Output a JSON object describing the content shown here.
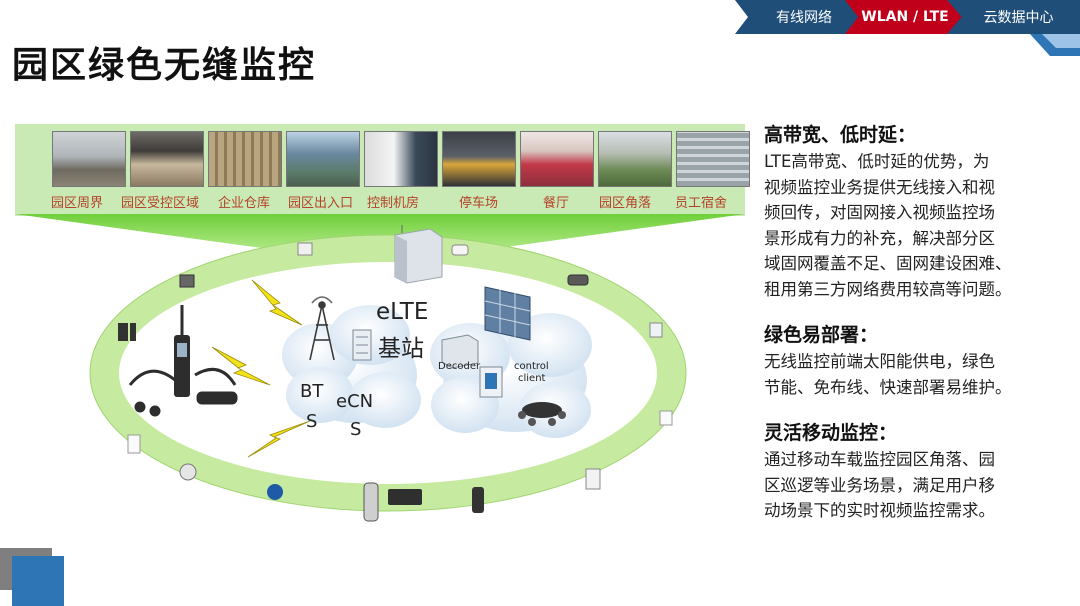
{
  "nav": {
    "items": [
      {
        "label": "有线网络"
      },
      {
        "label": "WLAN / LTE"
      },
      {
        "label": "云数据中心"
      }
    ]
  },
  "page_title": "园区绿色无缝监控",
  "photos": [
    {
      "label": "园区周界"
    },
    {
      "label": "园区受控区域"
    },
    {
      "label": "企业仓库"
    },
    {
      "label": "园区出入口"
    },
    {
      "label": "控制机房"
    },
    {
      "label": "停车场"
    },
    {
      "label": "餐厅"
    },
    {
      "label": "园区角落"
    },
    {
      "label": "员工宿舍"
    }
  ],
  "diagram": {
    "elte_label": "eLTE",
    "station_label": "基站",
    "bts_label_1": "BT",
    "bts_label_2": "S",
    "ecn_label_1": "eCN",
    "ecn_label_2": "S",
    "decoder_label": "Decoder",
    "control_label_1": "control",
    "control_label_2": "client"
  },
  "sections": [
    {
      "heading": "高带宽、低时延：",
      "lines": [
        "LTE高带宽、低时延的优势，为",
        "视频监控业务提供无线接入和视",
        "频回传，对固网接入视频监控场",
        "景形成有力的补充，解决部分区",
        "域固网覆盖不足、固网建设困难、",
        "租用第三方网络费用较高等问题。"
      ]
    },
    {
      "heading": "绿色易部署：",
      "lines": [
        "无线监控前端太阳能供电，绿色",
        "节能、免布线、快速部署易维护。"
      ]
    },
    {
      "heading": "灵活移动监控：",
      "lines": [
        "通过移动车载监控园区角落、园",
        "区巡逻等业务场景，满足用户移",
        "动场景下的实时视频监控需求。"
      ]
    }
  ],
  "colors": {
    "nav_blue": "#1f4e79",
    "nav_red": "#c0001a",
    "ring_green": "#b9e39a",
    "label_red": "#b5432a",
    "accent_blue": "#2e75b6"
  }
}
